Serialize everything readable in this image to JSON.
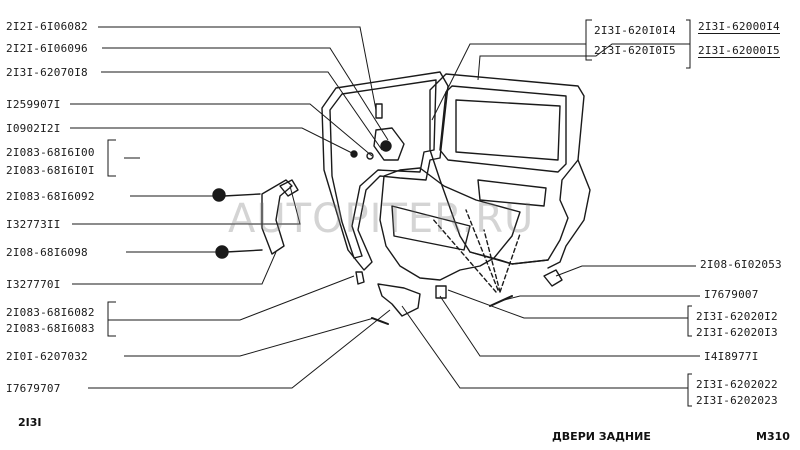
{
  "labels_left": [
    "2I2I-6I06082",
    "2I2I-6I06096",
    "2I3I-62070I8",
    "I259907I",
    "I0902I2I",
    "2I083-68I6I00",
    "2I083-68I6I0I",
    "2I083-68I6092",
    "I32773II",
    "2I08-68I6098",
    "I327770I",
    "2I083-68I6082",
    "2I083-68I6083",
    "2I0I-6207032",
    "I7679707"
  ],
  "labels_right": [
    "2I3I-620I0I4",
    "2I3I-620I0I5",
    "2I3I-62000I4",
    "2I3I-62000I5",
    "2I08-6I02053",
    "I7679007",
    "2I3I-62020I2",
    "2I3I-62020I3",
    "I4I8977I",
    "2I3I-6202022",
    "2I3I-6202023"
  ],
  "watermark": "AUTOPITER.RU",
  "footer": {
    "model": "2I3I",
    "title": "ДВЕРИ ЗАДНИЕ",
    "code": "M310"
  }
}
